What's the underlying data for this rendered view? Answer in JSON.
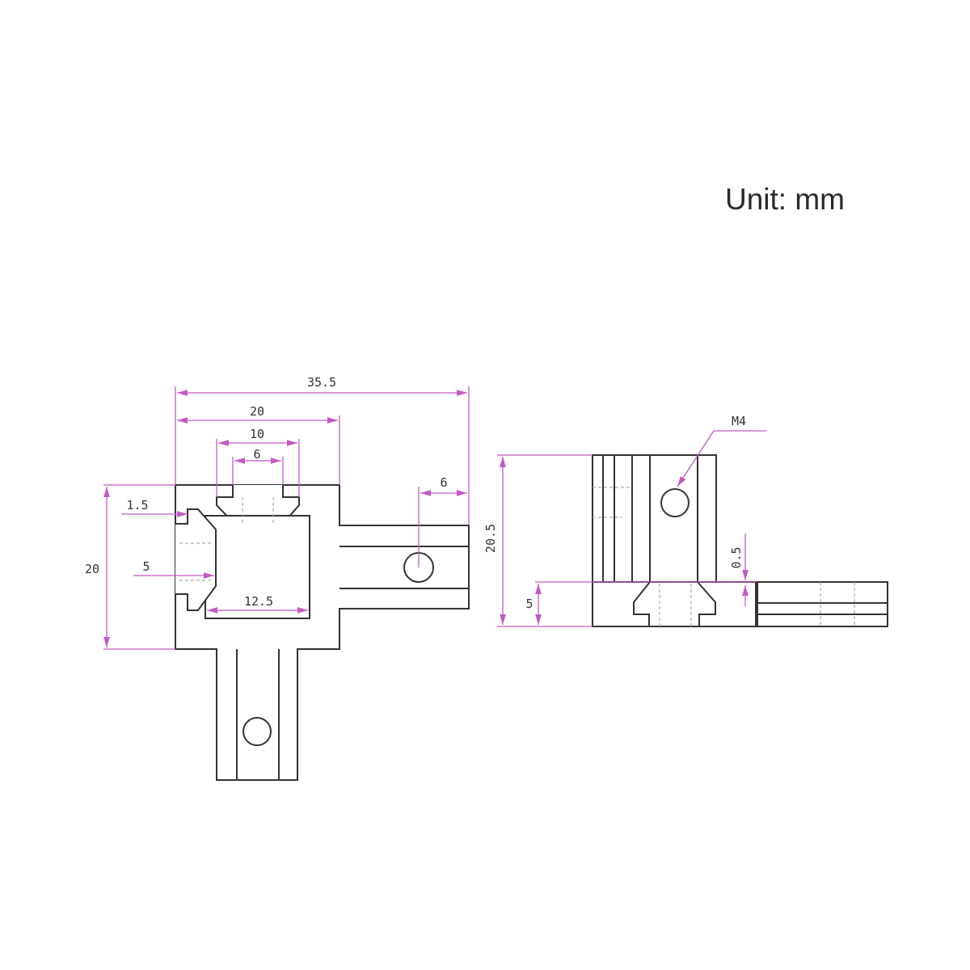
{
  "unit_label": "Unit: mm",
  "colors": {
    "dimension": "#c45ac4",
    "outline": "#333333"
  },
  "front_view": {
    "dimensions": {
      "overall_width": "35.5",
      "body_width": "20",
      "slot_outer_width": "10",
      "slot_opening": "6",
      "lip_thickness": "1.5",
      "slot_depth": "5",
      "cavity_width": "12.5",
      "body_height": "20",
      "hole_offset": "6"
    }
  },
  "side_view": {
    "dimensions": {
      "overall_height": "20.5",
      "base_height": "5",
      "gap": "0.5",
      "thread": "M4"
    }
  }
}
